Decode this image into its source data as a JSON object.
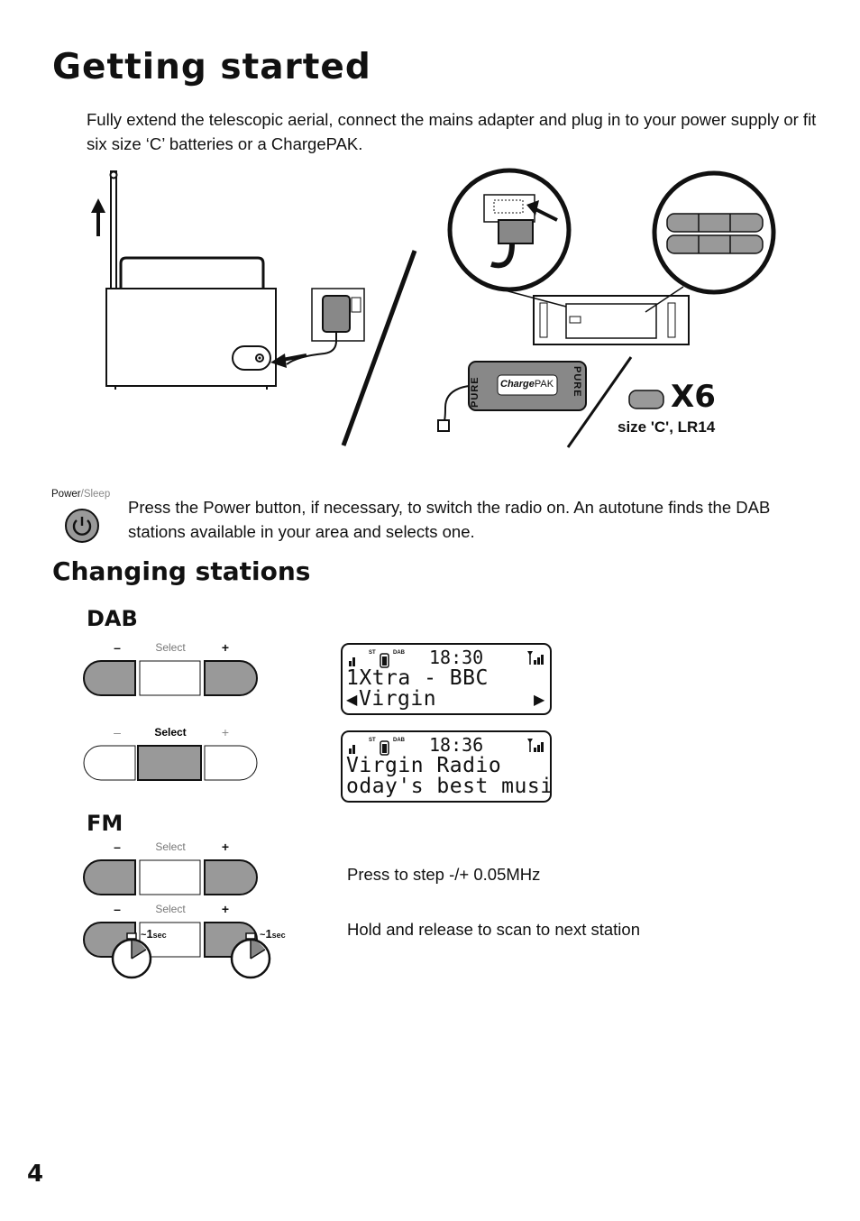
{
  "page": {
    "title": "Getting started",
    "intro": "Fully extend the telescopic aerial, connect the mains adapter and plug in to your power supply or fit six size ‘C’ batteries or a ChargePAK.",
    "illustration": {
      "chargepak_brand": "PURE",
      "chargepak_label_a": "Charge",
      "chargepak_label_b": "PAK",
      "batteries_count": "X6",
      "battery_size": "size 'C', LR14"
    },
    "power": {
      "label_power": "Power",
      "label_separator": "/",
      "label_sleep": "Sleep",
      "text": "Press the Power button, if necessary, to switch the radio on. An autotune finds the DAB stations available in your area and selects one."
    },
    "section_title": "Changing stations",
    "dab": {
      "label": "DAB",
      "minus": "–",
      "select": "Select",
      "plus": "+",
      "display1": {
        "st": "ST",
        "dab": "DAB",
        "time": "18:30",
        "line1": "1Xtra - BBC",
        "line2": "Virgin"
      },
      "display2": {
        "st": "ST",
        "dab": "DAB",
        "time": "18:36",
        "line1": "Virgin Radio",
        "line2": "oday's best musi"
      }
    },
    "fm": {
      "label": "FM",
      "minus": "–",
      "select": "Select",
      "plus": "+",
      "step_text": "Press to step -/+ 0.05MHz",
      "scan_text": "Hold and release to scan to next station",
      "hold_prefix": "~",
      "hold_value": "1",
      "hold_unit": "sec"
    },
    "page_number": "4"
  }
}
